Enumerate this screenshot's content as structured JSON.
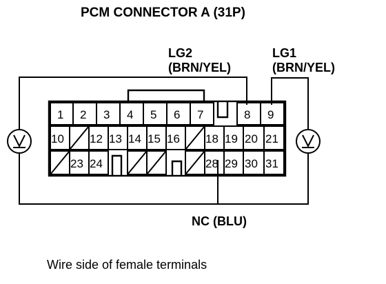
{
  "title": "PCM CONNECTOR A (31P)",
  "labels": {
    "lg2_name": "LG2",
    "lg2_color": "(BRN/YEL)",
    "lg1_name": "LG1",
    "lg1_color": "(BRN/YEL)",
    "nc": "NC (BLU)"
  },
  "caption": "Wire side of female terminals",
  "connector": {
    "rows": [
      [
        "1",
        "2",
        "3",
        "4",
        "5",
        "6",
        "7",
        "",
        "8",
        "9"
      ],
      [
        "10",
        "/",
        "12",
        "13",
        "14",
        "15",
        "16",
        "/",
        "18",
        "19",
        "20",
        "21"
      ],
      [
        "/",
        "23",
        "24",
        "",
        "/",
        "/",
        "",
        "/",
        "28",
        "29",
        "30",
        "31"
      ]
    ]
  },
  "icons": [
    "voltmeter-icon",
    "voltmeter-icon"
  ]
}
